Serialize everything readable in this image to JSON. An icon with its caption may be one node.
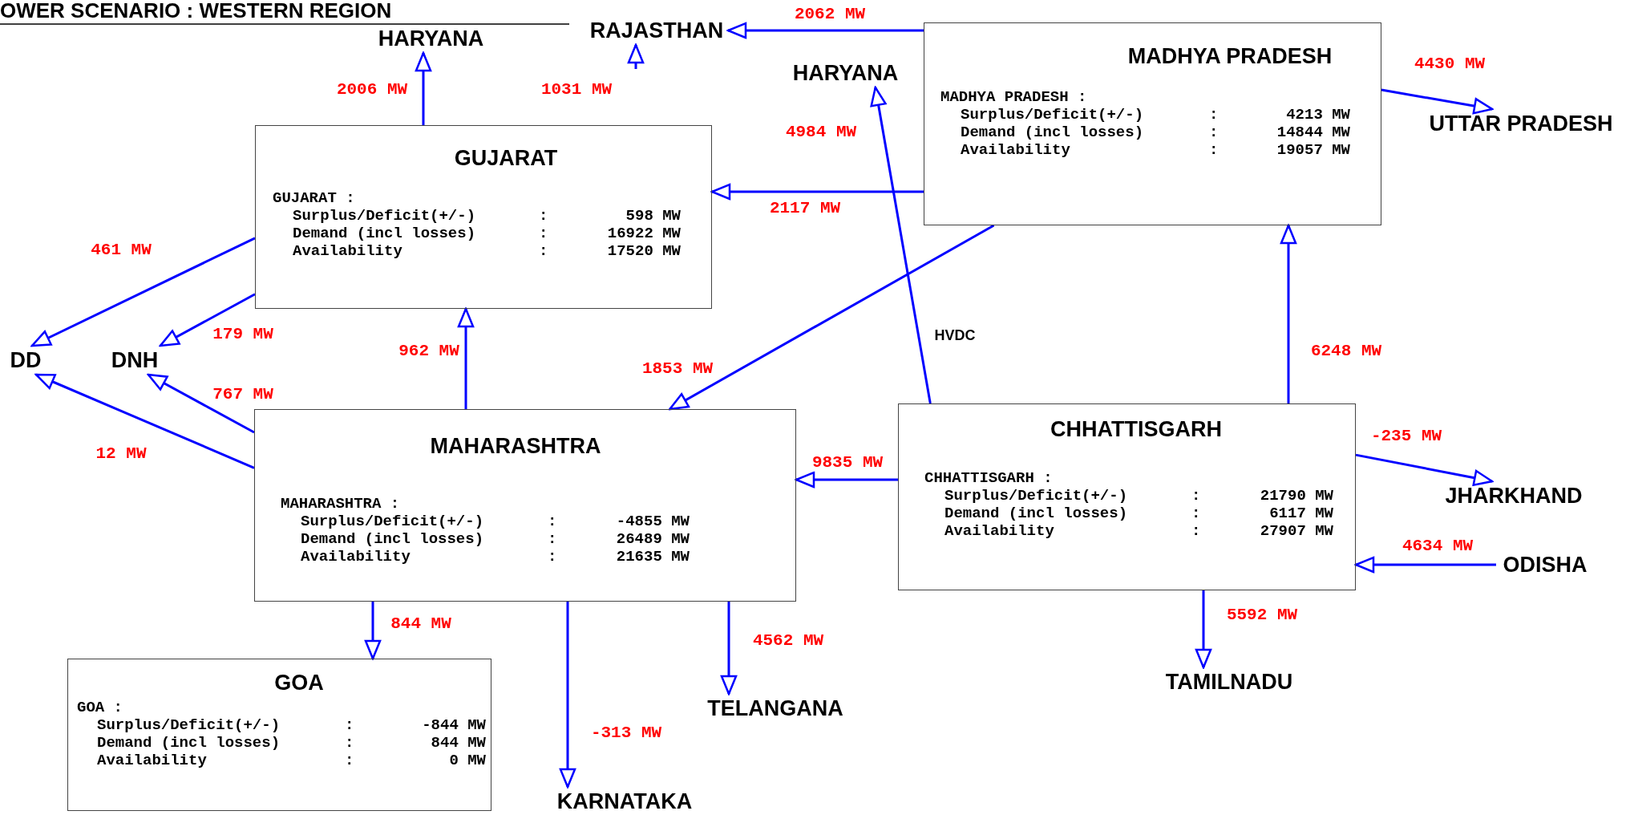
{
  "diagram": {
    "title": "OWER SCENARIO :  WESTERN REGION",
    "nodes": [
      {
        "text": [
          "HARYANA"
        ]
      },
      {
        "text": [
          "RAJASTHAN"
        ]
      },
      {
        "text": [
          "GUJARAT",
          "GUJARAT :",
          "Surplus/Deficit(+/-)",
          ":",
          "598 MW",
          "Demand (incl losses)",
          ":",
          "16922 MW",
          "Availability",
          ":",
          "17520 MW"
        ]
      },
      {
        "text": [
          "HARYANA"
        ]
      },
      {
        "text": [
          "MADHYA PRADESH",
          "MADHYA PRADESH :",
          "Surplus/Deficit(+/-)",
          ":",
          "4213 MW",
          "Demand (incl losses)",
          ":",
          "14844 MW",
          "Availability",
          ":",
          "19057 MW"
        ]
      },
      {
        "text": [
          "UTTAR PRADESH"
        ]
      },
      {
        "text": [
          "DD"
        ]
      },
      {
        "text": [
          "DNH"
        ]
      },
      {
        "text": [
          "MAHARASHTRA",
          "MAHARASHTRA :",
          "Surplus/Deficit(+/-)",
          ":",
          "-4855 MW",
          "Demand (incl losses)",
          ":",
          "26489 MW",
          "Availability",
          ":",
          "21635 MW"
        ]
      },
      {
        "text": [
          "CHHATTISGARH",
          "CHHATTISGARH :",
          "Surplus/Deficit(+/-)",
          ":",
          "21790 MW",
          "Demand (incl losses)",
          ":",
          "6117 MW",
          "Availability",
          ":",
          "27907 MW"
        ]
      },
      {
        "text": [
          "JHARKHAND"
        ]
      },
      {
        "text": [
          "ODISHA"
        ]
      },
      {
        "text": [
          "GOA",
          "GOA :",
          "Surplus/Deficit(+/-)",
          ":",
          "-844 MW",
          "Demand (incl losses)",
          ":",
          "844 MW",
          "Availability",
          ":",
          "0 MW"
        ]
      },
      {
        "text": [
          "TELANGANA"
        ]
      },
      {
        "text": [
          "TAMILNADU"
        ]
      },
      {
        "text": [
          "KARNATAKA"
        ]
      }
    ],
    "edges": [
      {
        "from": 2,
        "to": 0,
        "arrow": "to",
        "label": "2006 MW"
      },
      {
        "from": null,
        "to": 1,
        "arrow": "to",
        "label": "1031 MW"
      },
      {
        "from": 4,
        "to": 1,
        "arrow": "to",
        "label": "2062 MW"
      },
      {
        "from": 9,
        "to": 3,
        "arrow": "to",
        "label": "4984 MW"
      },
      {
        "from": 4,
        "to": 5,
        "arrow": "to",
        "label": "4430 MW"
      },
      {
        "from": 4,
        "to": 2,
        "arrow": "to",
        "label": "2117 MW"
      },
      {
        "from": 2,
        "to": 6,
        "arrow": "to",
        "label": "461 MW"
      },
      {
        "from": 2,
        "to": 7,
        "arrow": "to",
        "label": "179 MW"
      },
      {
        "from": 8,
        "to": 2,
        "arrow": "to",
        "label": "962 MW"
      },
      {
        "from": 4,
        "to": 8,
        "arrow": "to",
        "label": "1853 MW"
      },
      {
        "from": 9,
        "to": 4,
        "arrow": "to",
        "label": "6248 MW"
      },
      {
        "from": 8,
        "to": 7,
        "arrow": "to",
        "label": "767 MW"
      },
      {
        "from": 8,
        "to": 6,
        "arrow": "to",
        "label": "12 MW"
      },
      {
        "from": 9,
        "to": 8,
        "arrow": "to",
        "label": "9835 MW"
      },
      {
        "from": 9,
        "to": 10,
        "arrow": "to",
        "label": "-235 MW"
      },
      {
        "from": 11,
        "to": 9,
        "arrow": "to",
        "label": "4634 MW"
      },
      {
        "from": 8,
        "to": 12,
        "arrow": "to",
        "label": "844 MW"
      },
      {
        "from": 8,
        "to": 15,
        "arrow": "to",
        "label": "-313 MW"
      },
      {
        "from": 8,
        "to": 13,
        "arrow": "to",
        "label": "4562 MW"
      },
      {
        "from": 9,
        "to": 14,
        "arrow": "to",
        "label": "5592 MW"
      }
    ],
    "labels": [
      "HVDC"
    ]
  }
}
